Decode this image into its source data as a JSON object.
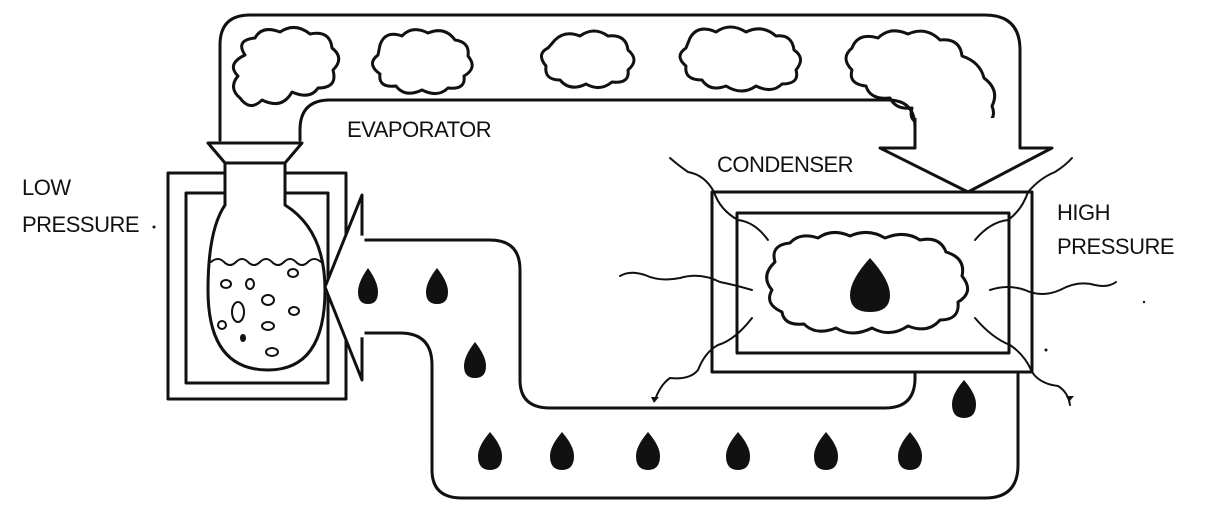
{
  "labels": {
    "evaporator": "EVAPORATOR",
    "condenser": "CONDENSER",
    "low_pressure_line1": "LOW",
    "low_pressure_line2": "PRESSURE",
    "high_pressure_line1": "HIGH",
    "high_pressure_line2": "PRESSURE"
  },
  "colors": {
    "ink": "#111111",
    "background": "#ffffff"
  }
}
